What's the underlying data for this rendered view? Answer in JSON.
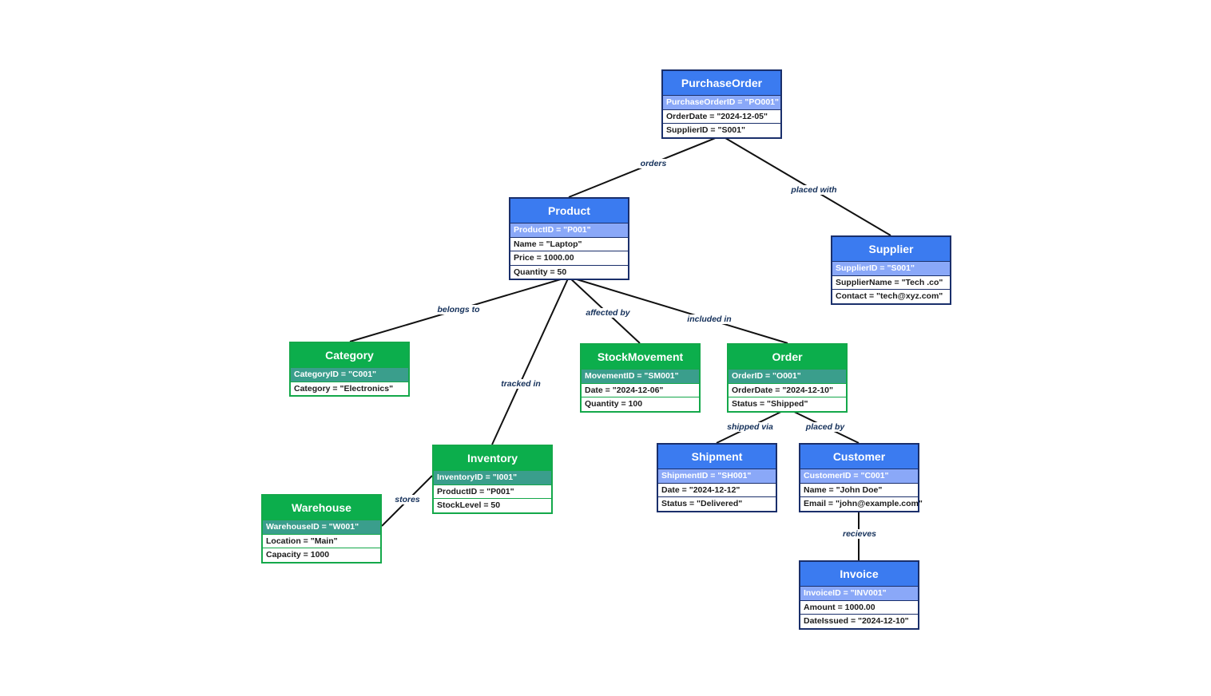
{
  "colors": {
    "blue_header": "#3b7bf0",
    "blue_key": "#8aa8f8",
    "blue_border": "#1a2f6b",
    "green_header": "#0cae4c",
    "green_key": "#3a9e8c",
    "green_border": "#14a84a",
    "edge": "#111111",
    "edge_label": "#14305a"
  },
  "entities": {
    "purchase_order": {
      "title": "PurchaseOrder",
      "attrs": [
        "PurchaseOrderID = \"PO001\"",
        "OrderDate = \"2024-12-05\"",
        "SupplierID = \"S001\""
      ]
    },
    "product": {
      "title": "Product",
      "attrs": [
        "ProductID = \"P001\"",
        "Name = \"Laptop\"",
        "Price = 1000.00",
        "Quantity = 50"
      ]
    },
    "supplier": {
      "title": "Supplier",
      "attrs": [
        "SupplierID = \"S001\"",
        "SupplierName = \"Tech .co\"",
        "Contact = \"tech@xyz.com\""
      ]
    },
    "category": {
      "title": "Category",
      "attrs": [
        "CategoryID = \"C001\"",
        "Category = \"Electronics\""
      ]
    },
    "stock_movement": {
      "title": "StockMovement",
      "attrs": [
        "MovementID = \"SM001\"",
        "Date = \"2024-12-06\"",
        "Quantity = 100"
      ]
    },
    "order": {
      "title": "Order",
      "attrs": [
        "OrderID = \"O001\"",
        "OrderDate = \"2024-12-10\"",
        "Status = \"Shipped\""
      ]
    },
    "inventory": {
      "title": "Inventory",
      "attrs": [
        "InventoryID = \"I001\"",
        "ProductID = \"P001\"",
        "StockLevel = 50"
      ]
    },
    "warehouse": {
      "title": "Warehouse",
      "attrs": [
        "WarehouseID = \"W001\"",
        "Location = \"Main\"",
        "Capacity = 1000"
      ]
    },
    "shipment": {
      "title": "Shipment",
      "attrs": [
        "ShipmentID = \"SH001\"",
        "Date = \"2024-12-12\"",
        "Status = \"Delivered\""
      ]
    },
    "customer": {
      "title": "Customer",
      "attrs": [
        "CustomerID = \"C001\"",
        "Name = \"John Doe\"",
        "Email = \"john@example.com\""
      ]
    },
    "invoice": {
      "title": "Invoice",
      "attrs": [
        "InvoiceID = \"INV001\"",
        "Amount = 1000.00",
        "DateIssued = \"2024-12-10\""
      ]
    }
  },
  "relationships": {
    "orders": "orders",
    "placed_with": "placed with",
    "belongs_to": "belongs to",
    "tracked_in": "tracked in",
    "affected_by": "affected by",
    "included_in": "included in",
    "stores": "stores",
    "shipped_via": "shipped via",
    "placed_by": "placed by",
    "recieves": "recieves"
  }
}
